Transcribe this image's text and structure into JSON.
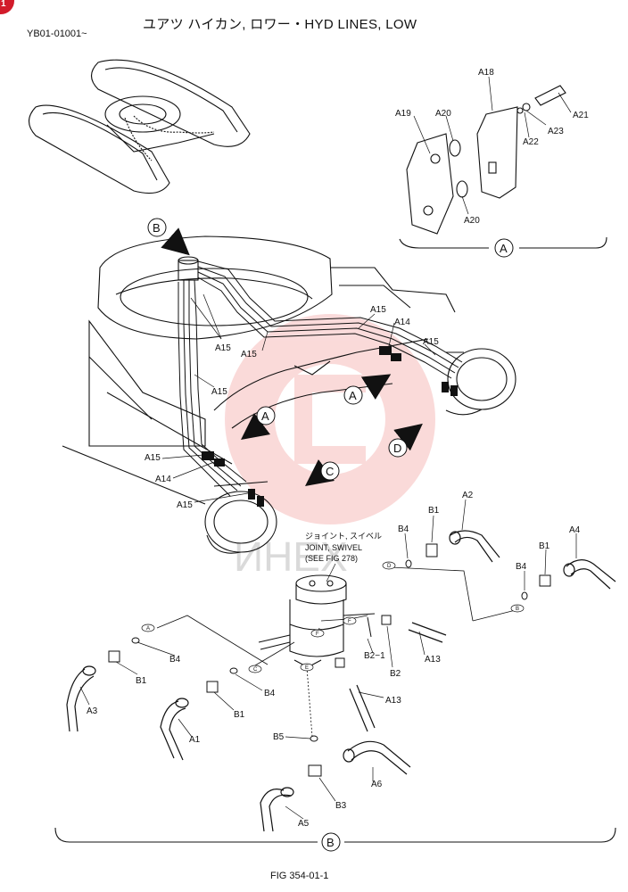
{
  "header": {
    "title": "ユアツ ハイカン, ロワー・HYD LINES, LOW",
    "serial": "YB01-01001~",
    "corner_badge": "1"
  },
  "footer": {
    "figure_ref": "FIG 354-01-1"
  },
  "watermark": {
    "text": "ИНЕХ",
    "color": "#e53935"
  },
  "detail_A": {
    "label": "A",
    "callouts": [
      "A18",
      "A19",
      "A20",
      "A20",
      "A21",
      "A22",
      "A23"
    ]
  },
  "detail_B": {
    "label": "B"
  },
  "view_markers": [
    "B",
    "A",
    "A",
    "C",
    "D"
  ],
  "main_callouts": {
    "a15": "A15",
    "a14": "A14"
  },
  "swivel_note": {
    "line1": "ジョイント, スイベル",
    "line2": "JOINT, SWIVEL",
    "line3": "(SEE FIG 278)"
  },
  "parts_B": {
    "B1": "B1",
    "B2": "B2",
    "B2_1": "B2−1",
    "B3": "B3",
    "B4": "B4",
    "B5": "B5",
    "A1": "A1",
    "A2": "A2",
    "A3": "A3",
    "A4": "A4",
    "A5": "A5",
    "A6": "A6",
    "A13": "A13"
  },
  "port_letters": [
    "A",
    "B",
    "C",
    "D",
    "E",
    "F",
    "F"
  ]
}
